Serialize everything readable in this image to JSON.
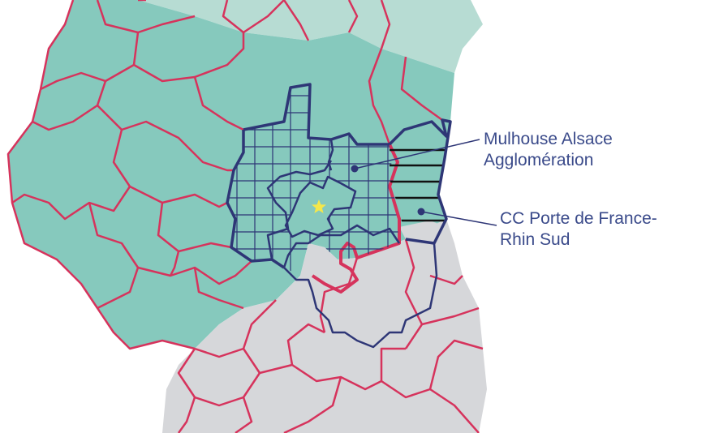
{
  "labels": {
    "mulhouse": [
      "Mulhouse Alsace",
      "Agglomération"
    ],
    "porte_de_france": [
      "CC Porte de France-",
      "Rhin Sud"
    ]
  },
  "colors": {
    "teal_region": "#86c9bd",
    "light_teal": "#b7dcd3",
    "grey_region": "#d6d7da",
    "commune_border": "#d6335c",
    "epci_border": "#2e3676",
    "label_text": "#3a4a8a",
    "star": "#f4e74a"
  }
}
